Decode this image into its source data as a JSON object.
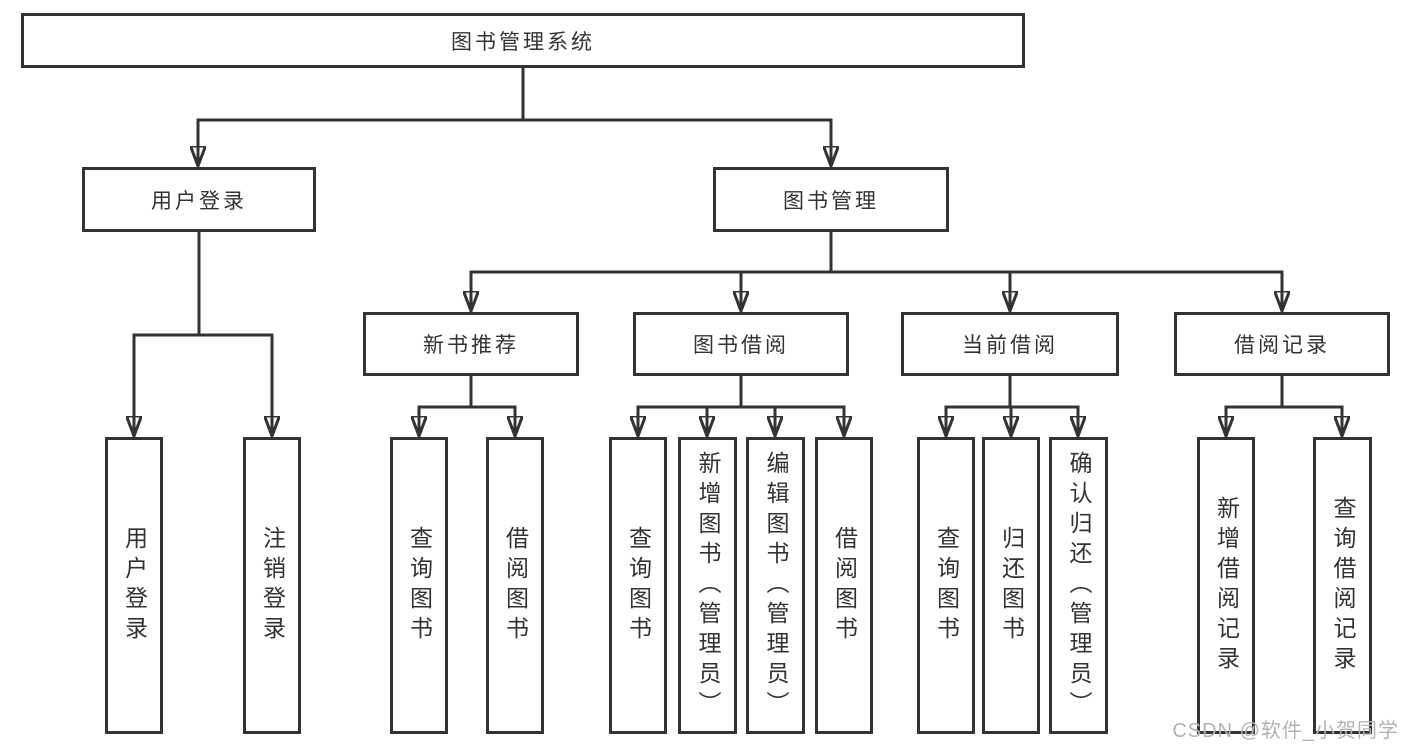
{
  "tree": {
    "root": {
      "label": "图书管理系统"
    },
    "branches": [
      {
        "label": "用户登录",
        "children": [
          {
            "label": "用户登录"
          },
          {
            "label": "注销登录"
          }
        ]
      },
      {
        "label": "图书管理",
        "children": [
          {
            "label": "新书推荐",
            "children": [
              {
                "label": "查询图书"
              },
              {
                "label": "借阅图书"
              }
            ]
          },
          {
            "label": "图书借阅",
            "children": [
              {
                "label": "查询图书"
              },
              {
                "label": "新增图书（管理员）"
              },
              {
                "label": "编辑图书（管理员）"
              },
              {
                "label": "借阅图书"
              }
            ]
          },
          {
            "label": "当前借阅",
            "children": [
              {
                "label": "查询图书"
              },
              {
                "label": "归还图书"
              },
              {
                "label": "确认归还（管理员）"
              }
            ]
          },
          {
            "label": "借阅记录",
            "children": [
              {
                "label": "新增借阅记录"
              },
              {
                "label": "查询借阅记录"
              }
            ]
          }
        ]
      }
    ]
  },
  "watermark": {
    "text": "CSDN @软件_小贺同学"
  },
  "colors": {
    "line": "#333333",
    "text": "#333333",
    "background": "#ffffff",
    "watermark": "#b3b3b3"
  }
}
